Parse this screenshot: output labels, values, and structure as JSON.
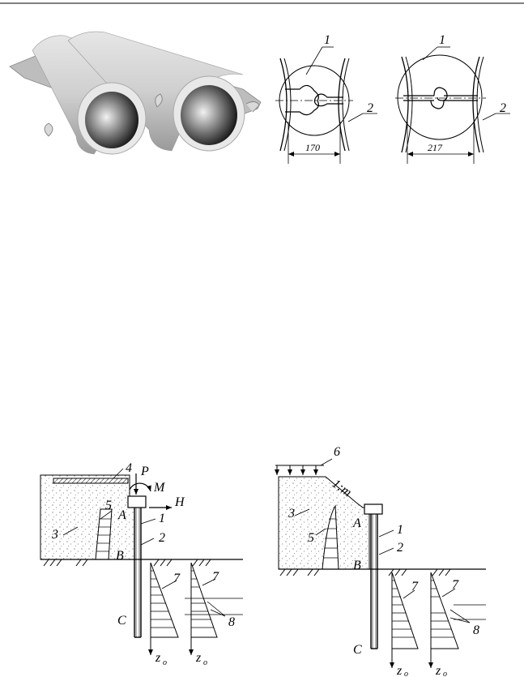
{
  "figure_top": {
    "left_joint": {
      "label_1": "1",
      "label_2": "2",
      "width": "170"
    },
    "right_joint": {
      "label_1": "1",
      "label_2": "2",
      "width": "217"
    }
  },
  "figure_bottom": {
    "left": {
      "n1": "1",
      "n2": "2",
      "n3": "3",
      "n4": "4",
      "n5": "5",
      "n7a": "7",
      "n7b": "7",
      "n8": "8",
      "P": "P",
      "M": "M",
      "H": "H",
      "A": "A",
      "B": "B",
      "C": "C",
      "z1": "z",
      "z1sub": "o",
      "z2": "z",
      "z2sub": "o"
    },
    "right": {
      "n1": "1",
      "n2": "2",
      "n3": "3",
      "n5": "5",
      "n6": "6",
      "n7a": "7",
      "n7b": "7",
      "n8": "8",
      "slope": "1:m",
      "A": "A",
      "B": "B",
      "C": "C",
      "z1": "z",
      "z1sub": "o",
      "z2": "z",
      "z2sub": "o"
    }
  }
}
